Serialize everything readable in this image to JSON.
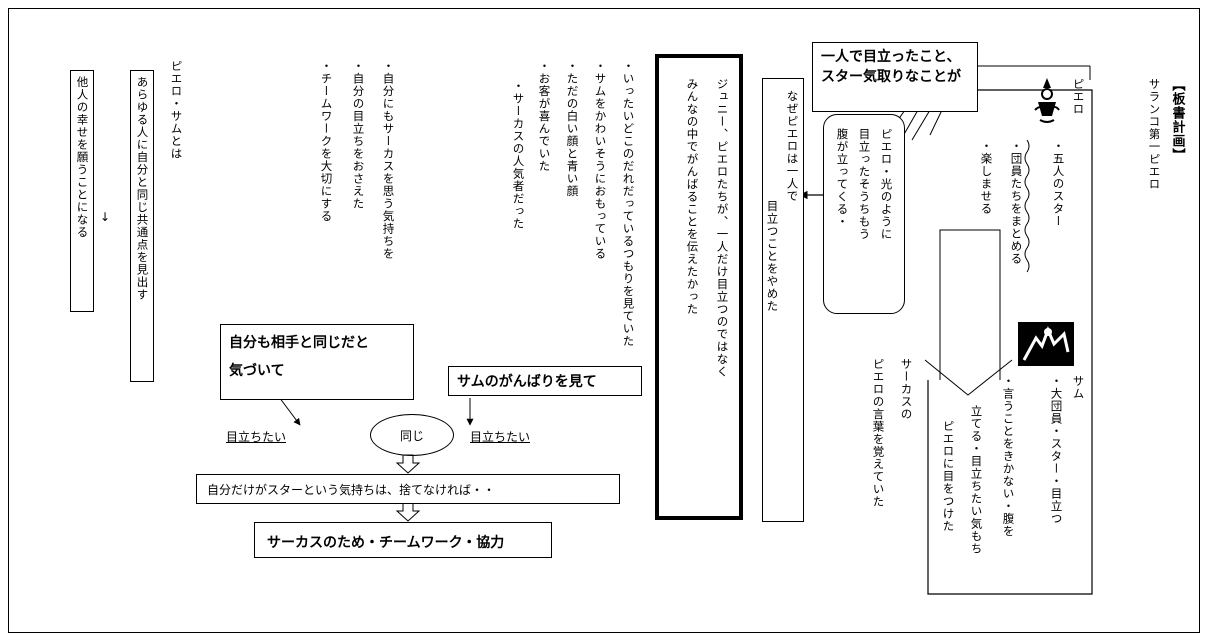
{
  "header": {
    "title": "【板書計画】",
    "subtitle": "サランコ第一ピエロ"
  },
  "pierrot": {
    "label": "ピエロ",
    "lines": [
      "・五人のスター",
      "・団員たちをまとめる",
      "・楽しませる"
    ]
  },
  "pierrot_box": {
    "lines": [
      "ピエロ・光のように",
      "目立ったそうちもう",
      "腹が立ってくる・"
    ]
  },
  "sam": {
    "label": "サム",
    "lines": [
      "・大団員・スター・目立つ",
      "・言うことをきかない・腹を",
      "立てる・目立ちたい気もち"
    ],
    "note": "ピエロに目をつけた"
  },
  "mid_caption": [
    "サーカスの",
    "ピエロの言葉を覚えていた"
  ],
  "callout_star": "一人で目立ったこと、スター気取りなことが",
  "tall_box": [
    "なぜピエロは一人で",
    "目立つことをやめた"
  ],
  "bold_box": [
    "ジュニー、ピエロたちが、一人だけ目立つのではなく",
    "みんなの中でがんばることを伝えたかった"
  ],
  "center_text": [
    "・いったいどこのだれだっているつもりを見ていた",
    "・サムをかわいそうにおもっている",
    "・ただの白い顔と青い顔",
    "・お客が喜んでいた",
    "・サーカスの人気者だった"
  ],
  "mid_left_text": [
    "・自分にもサーカスを思う気持ちを",
    "・自分の目立ちをおさえた",
    "・チームワークを大切にする"
  ],
  "left": {
    "caption": "ピエロ・サムとは",
    "box1": "あらゆる人に自分と同じ共通点を見出す",
    "arrow": "↓",
    "box2": "他人の幸せを願うことになる"
  },
  "flow": {
    "box_self": [
      "自分も相手と同じだと",
      "気づいて"
    ],
    "box_sam": "サムのがんばりを見て",
    "want_left": "目立ちたい",
    "ellipse": "同じ",
    "want_right": "目立ちたい",
    "feeling": "自分だけがスターという気持ちは、捨てなければ・・",
    "result": "サーカスのため・チームワーク・協力"
  },
  "icons": [
    "pierrot-figure-icon",
    "sam-photo-icon",
    "wavy-line"
  ]
}
